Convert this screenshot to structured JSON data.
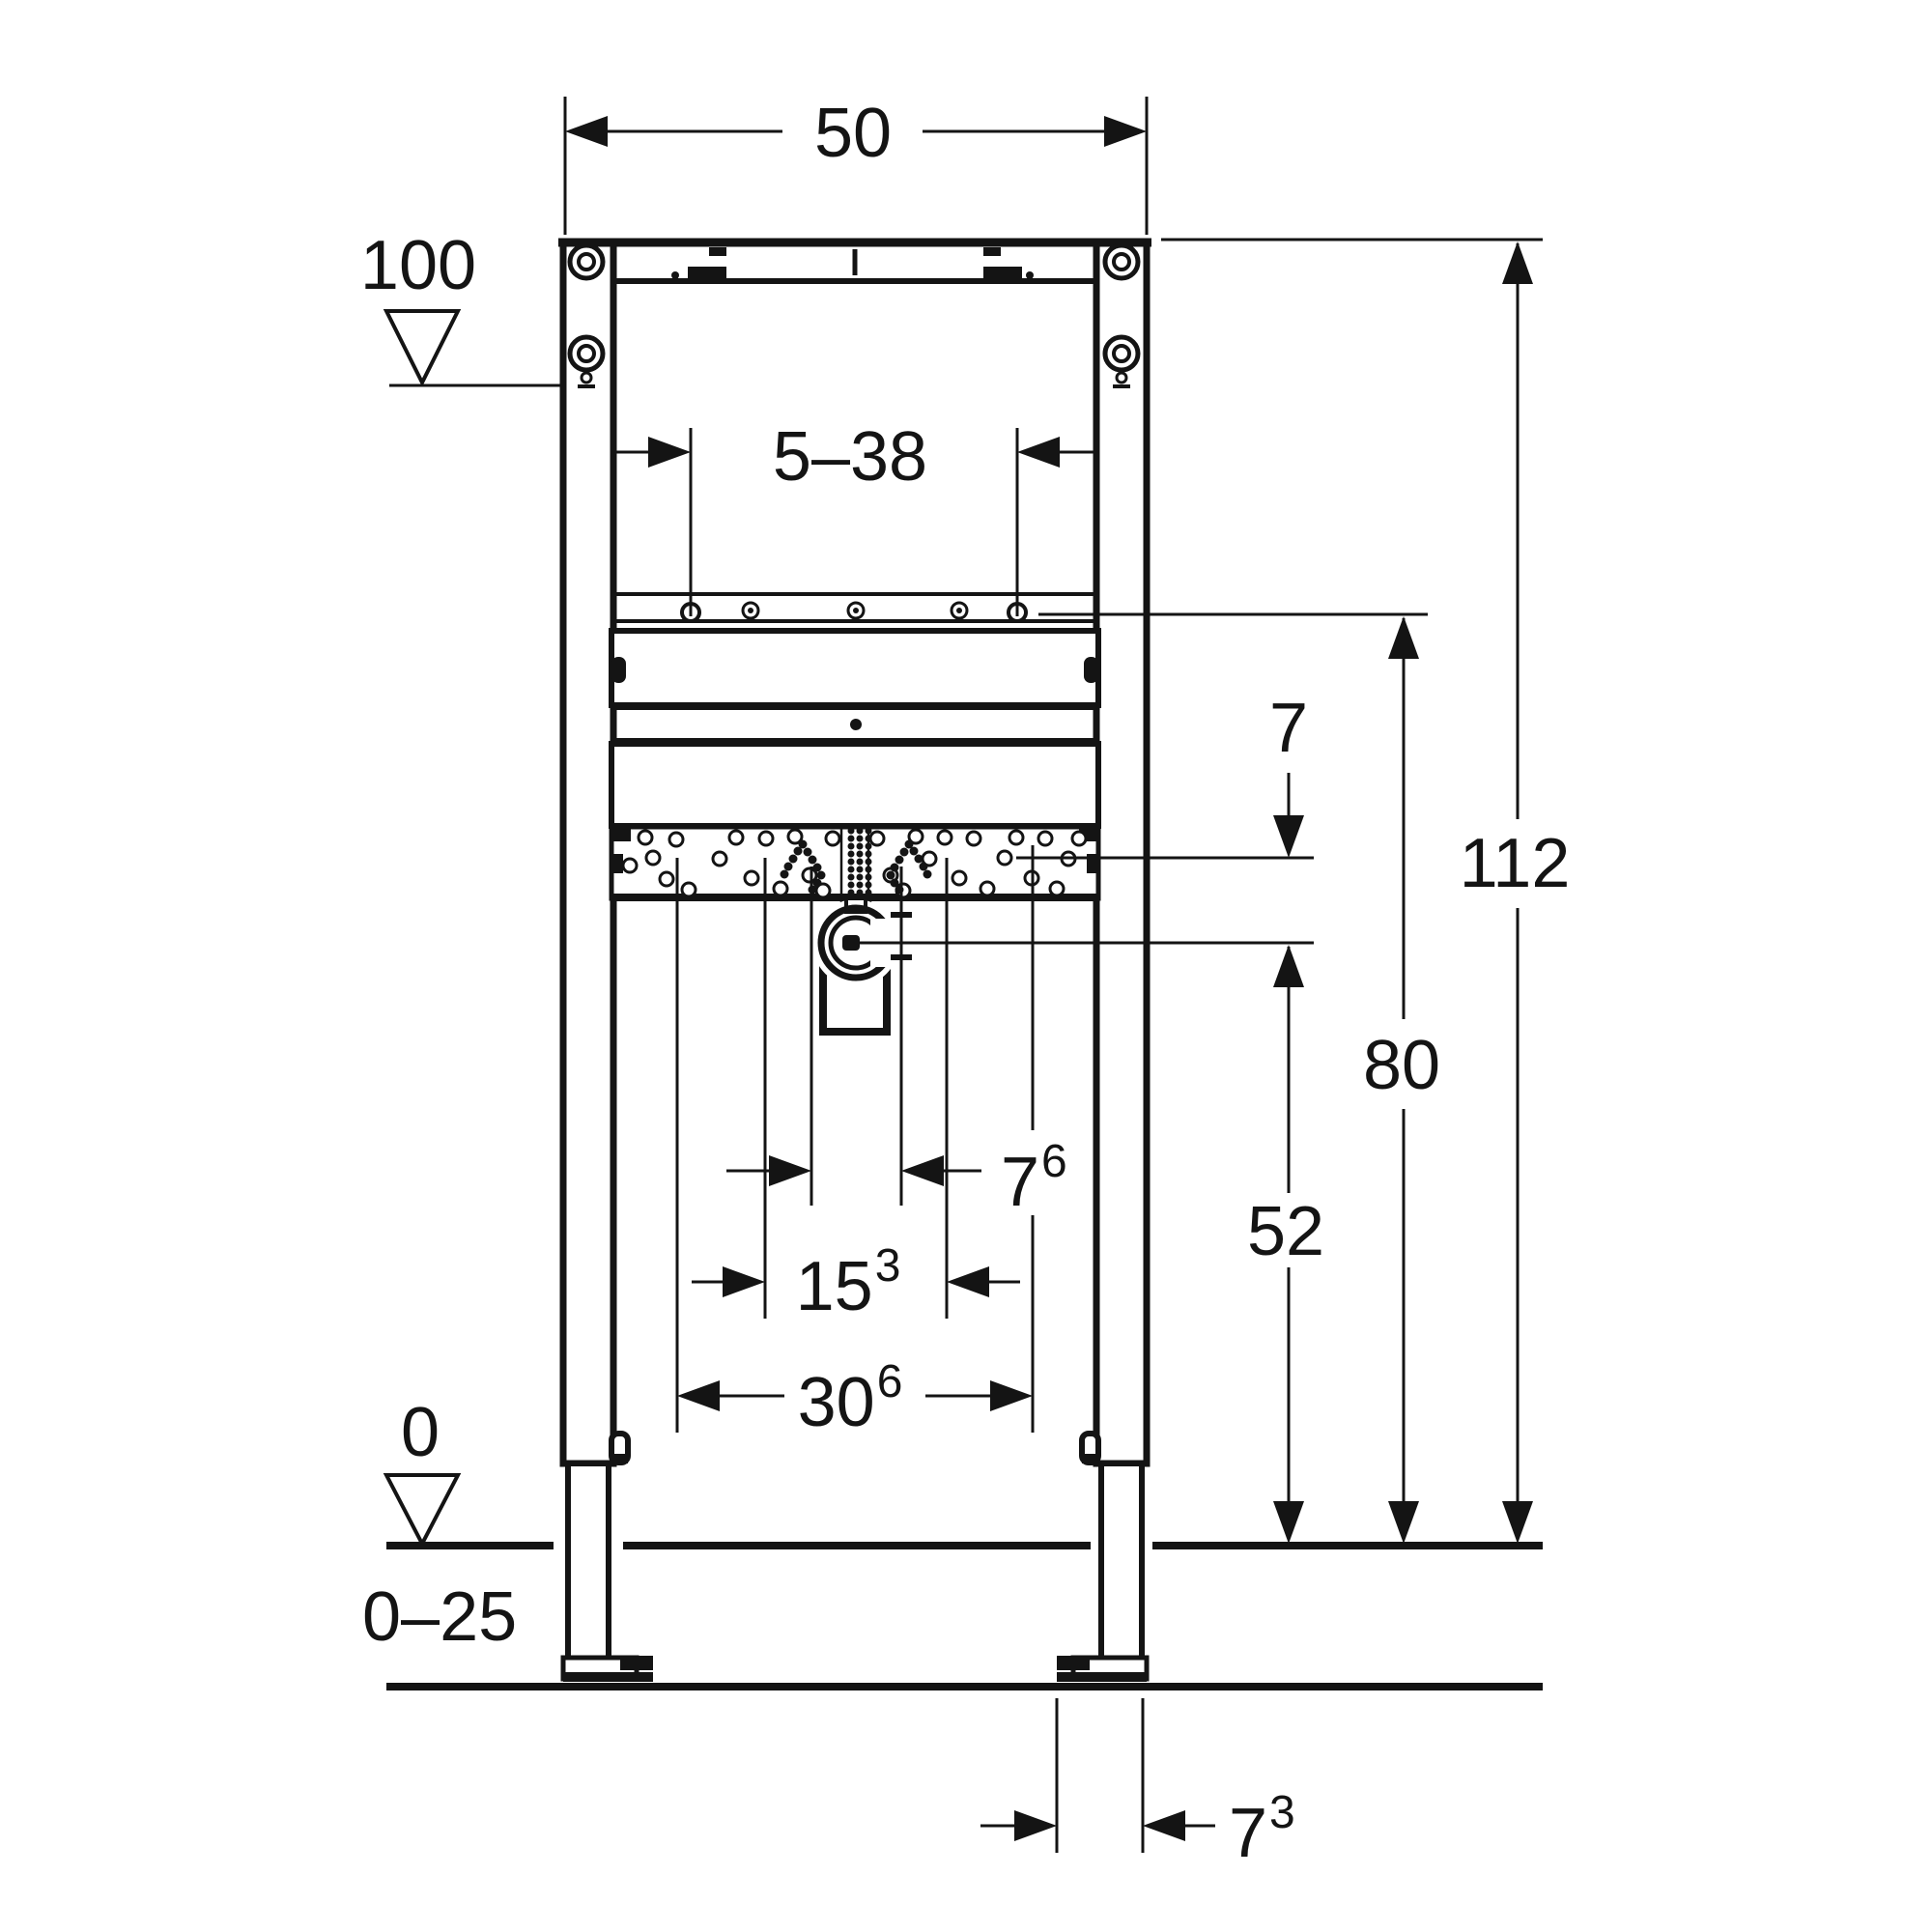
{
  "meta": {
    "type": "technical-installation-drawing",
    "units": "cm",
    "colors": {
      "line": "#141414",
      "background": "#ffffff"
    }
  },
  "dimensions": {
    "frame_width": {
      "value": "50",
      "sup": ""
    },
    "upper_datum_level": {
      "value": "100",
      "sup": ""
    },
    "tap_rail_range": {
      "value": "5–38",
      "sup": ""
    },
    "plate_to_drain_gap": {
      "value": "7",
      "sup": ""
    },
    "total_height": {
      "value": "112",
      "sup": ""
    },
    "rail_height": {
      "value": "80",
      "sup": ""
    },
    "drain_height": {
      "value": "52",
      "sup": ""
    },
    "drain_offset": {
      "value": "7",
      "sup": "6"
    },
    "spacing_inner": {
      "value": "15",
      "sup": "3"
    },
    "spacing_outer": {
      "value": "30",
      "sup": "6"
    },
    "floor_datum_level": {
      "value": "0",
      "sup": ""
    },
    "floor_adjust_range": {
      "value": "0–25",
      "sup": ""
    },
    "foot_offset": {
      "value": "7",
      "sup": "3"
    }
  }
}
